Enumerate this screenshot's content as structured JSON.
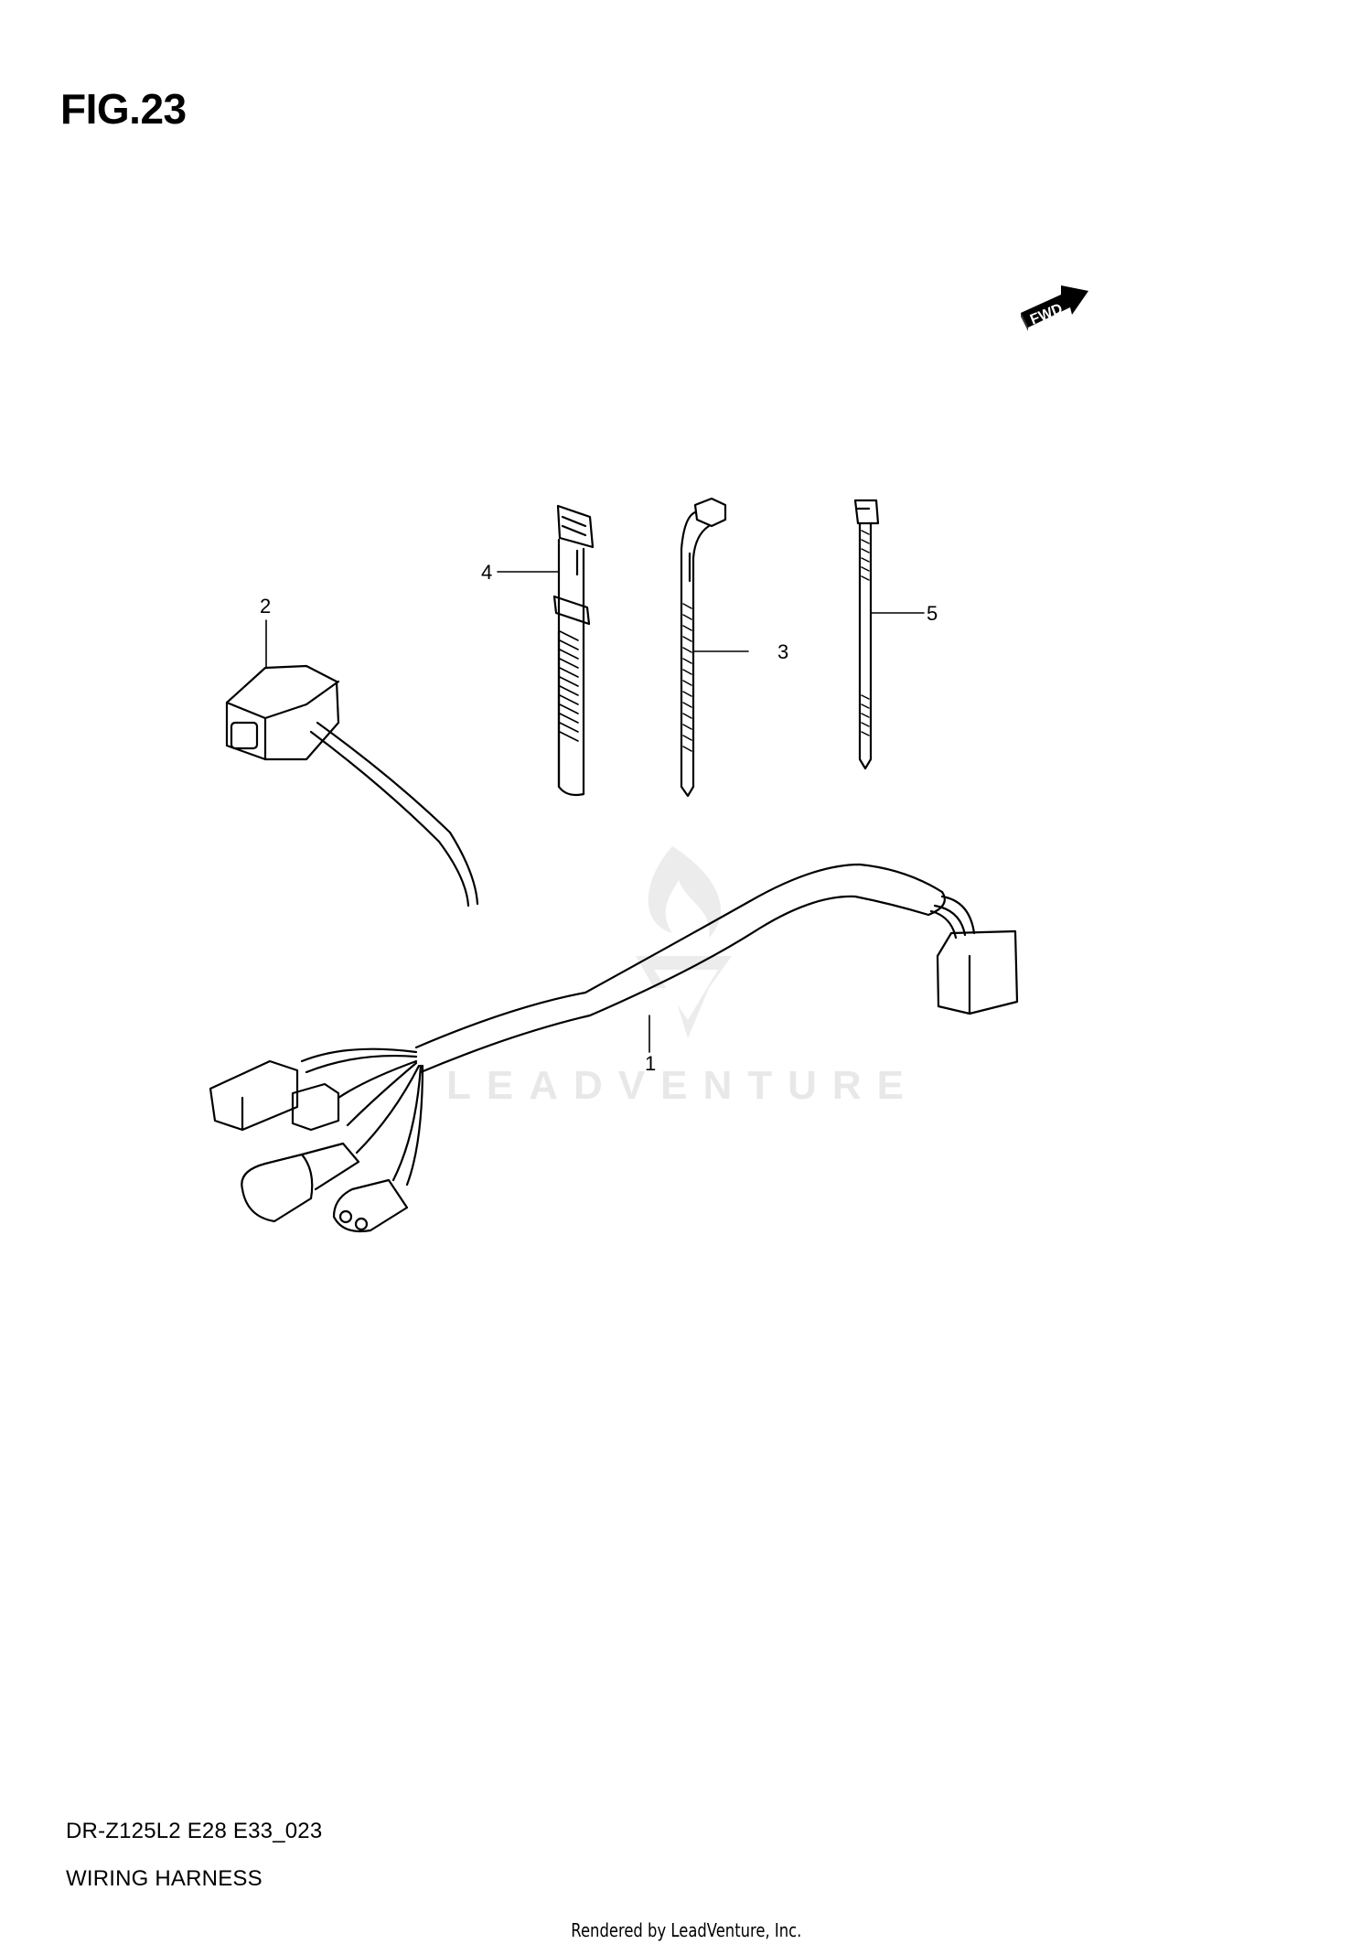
{
  "figure": {
    "title": "FIG.23",
    "direction_indicator": {
      "label": "FWD",
      "icon": "fwd-arrow-icon"
    }
  },
  "callouts": [
    {
      "number": "1",
      "part": "wiring-harness"
    },
    {
      "number": "2",
      "part": "connector-with-lead"
    },
    {
      "number": "3",
      "part": "cable-clamp-tie"
    },
    {
      "number": "4",
      "part": "band-clamp"
    },
    {
      "number": "5",
      "part": "cable-tie"
    }
  ],
  "caption": {
    "model_code": "DR-Z125L2 E28 E33_023",
    "section_name": "WIRING HARNESS"
  },
  "watermark": {
    "text": "LEADVENTURE",
    "color": "#e8e8e8"
  },
  "footer": {
    "text": "Rendered by LeadVenture, Inc."
  }
}
